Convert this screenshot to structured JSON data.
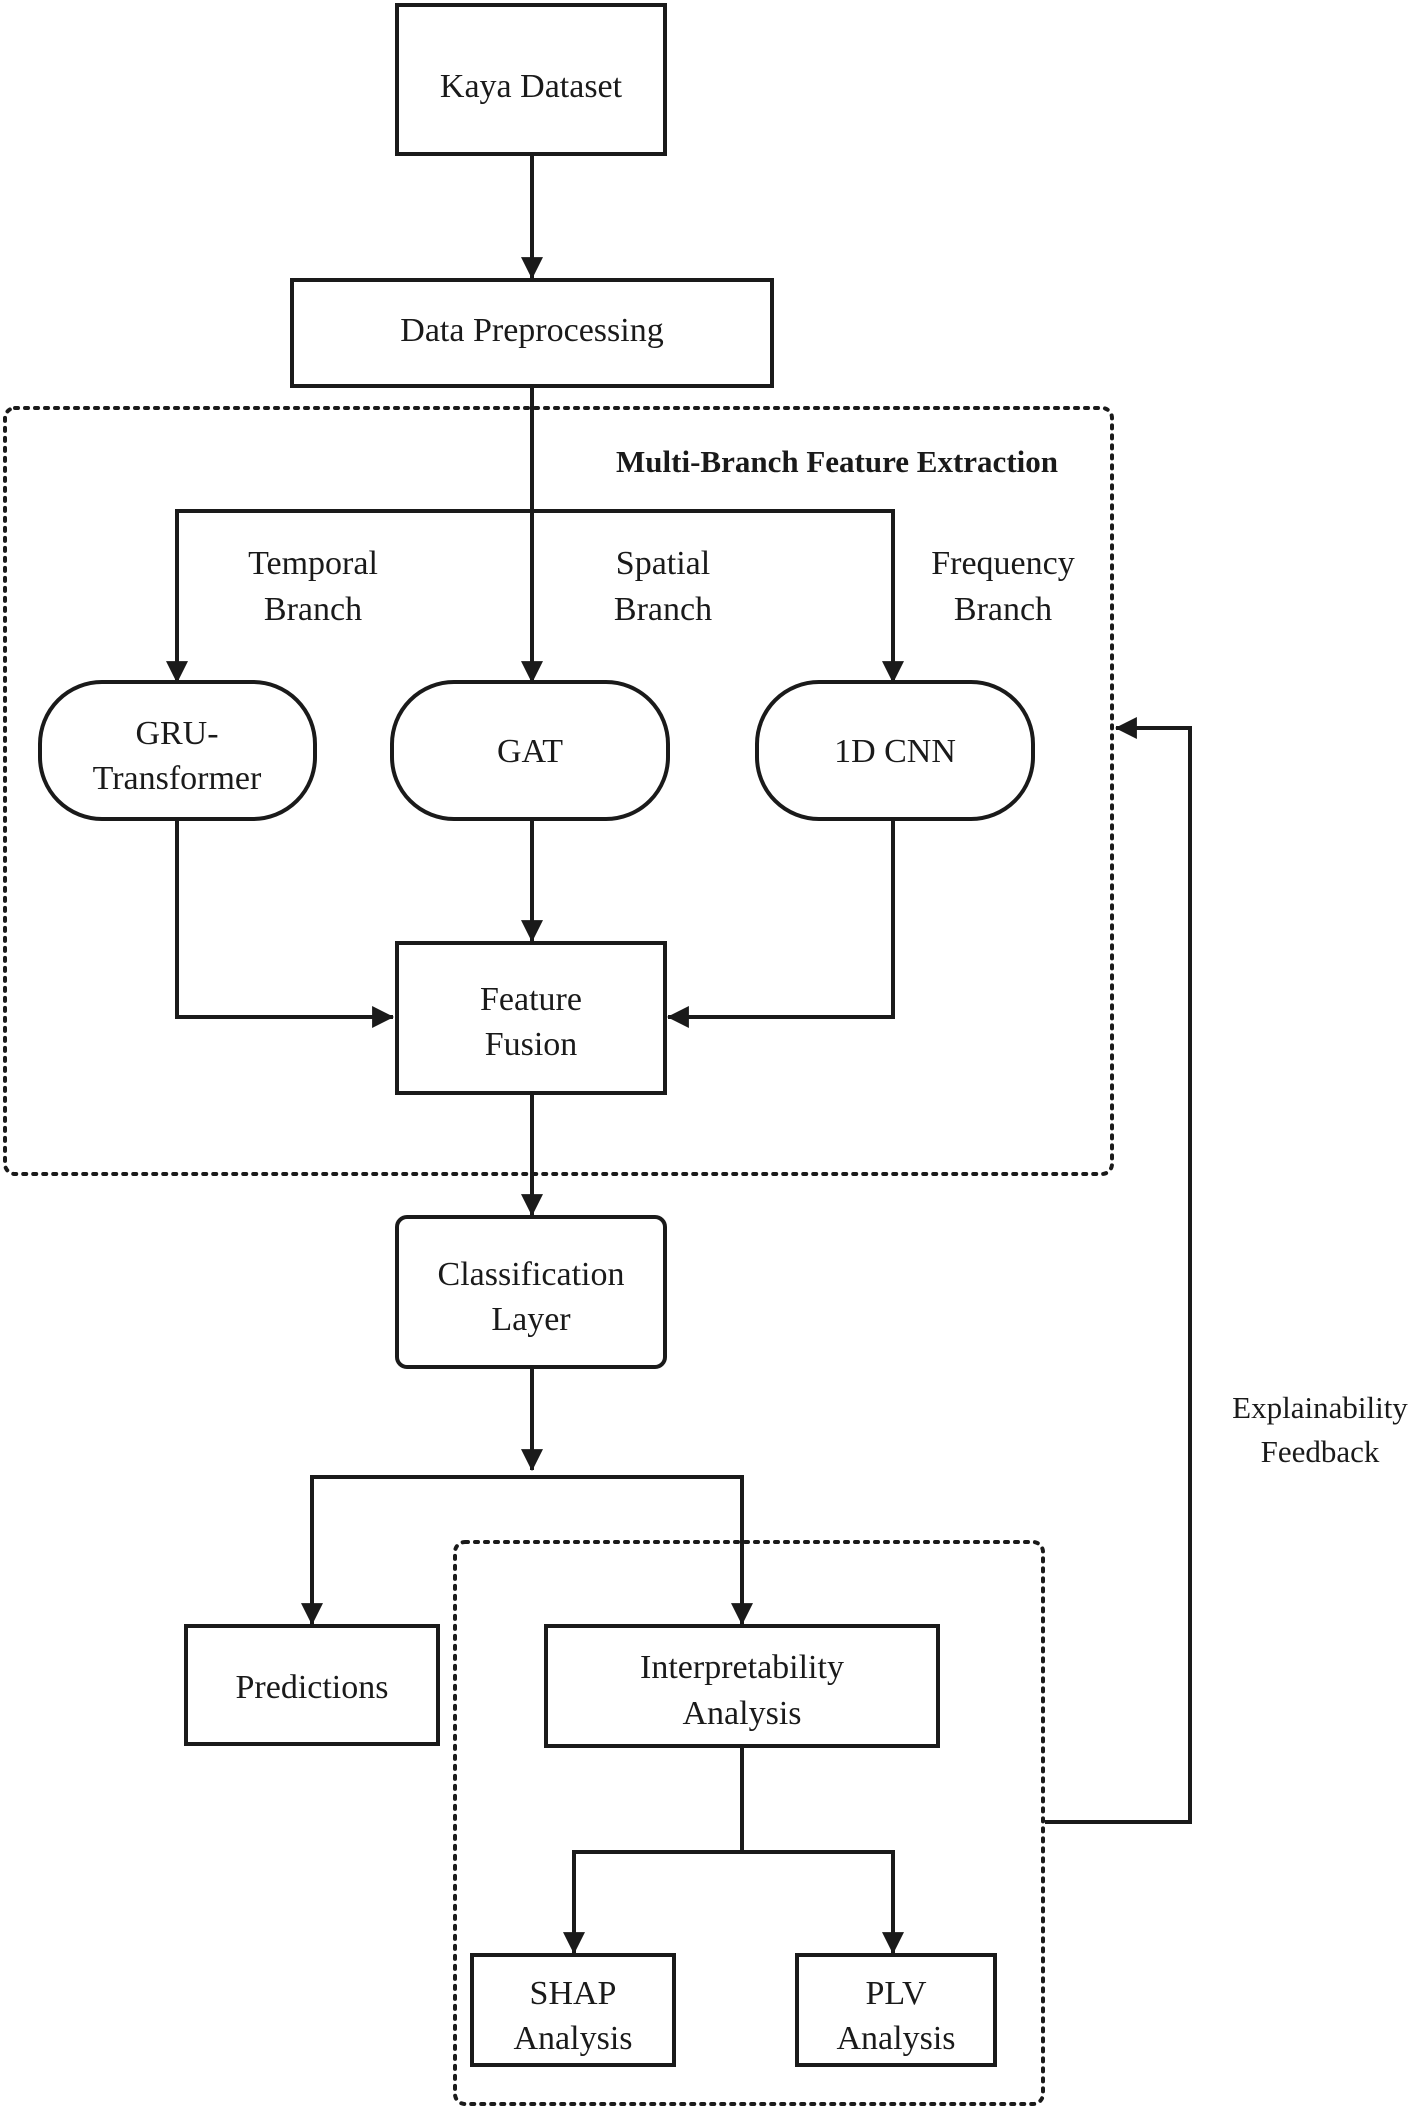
{
  "nodes": {
    "kaya_dataset": "Kaya Dataset",
    "data_preprocessing": "Data Preprocessing",
    "gru_transformer": [
      "GRU-",
      "Transformer"
    ],
    "gat": "GAT",
    "cnn_1d": "1D CNN",
    "feature_fusion": [
      "Feature",
      "Fusion"
    ],
    "classification_layer": [
      "Classification",
      "Layer"
    ],
    "predictions": "Predictions",
    "interpretability_analysis": [
      "Interpretability",
      "Analysis"
    ],
    "shap_analysis": [
      "SHAP",
      "Analysis"
    ],
    "plv_analysis": [
      "PLV",
      "Analysis"
    ]
  },
  "groups": {
    "multi_branch": "Multi-Branch Feature Extraction"
  },
  "edge_labels": {
    "temporal": [
      "Temporal",
      "Branch"
    ],
    "spatial": [
      "Spatial",
      "Branch"
    ],
    "frequency": [
      "Frequency",
      "Branch"
    ],
    "feedback": [
      "Explainability",
      "Feedback"
    ]
  }
}
